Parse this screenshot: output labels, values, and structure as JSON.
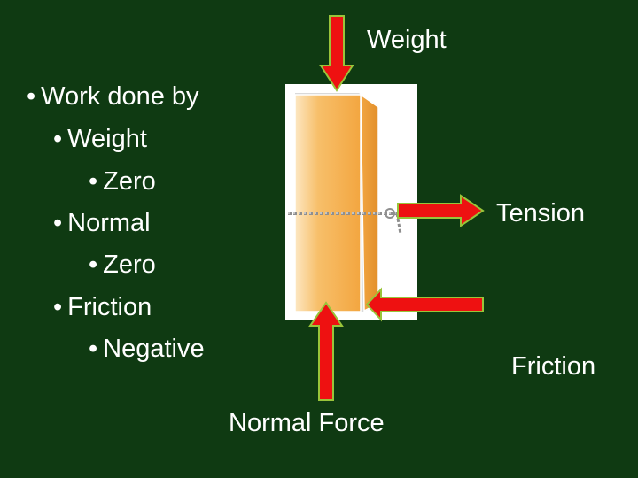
{
  "bullets": {
    "l1": "Work done by",
    "l2": "Weight",
    "l3": "Zero",
    "l4": "Normal",
    "l5": "Zero",
    "l6": "Friction",
    "l7": "Negative",
    "bullet_char": "•"
  },
  "labels": {
    "weight": "Weight",
    "tension": "Tension",
    "friction": "Friction",
    "normal": "Normal Force"
  },
  "colors": {
    "background": "#0f3a12",
    "arrow": "#ee1111",
    "arrow_edge": "#99c43a",
    "block": "#f6b85a",
    "text": "#ffffff"
  }
}
